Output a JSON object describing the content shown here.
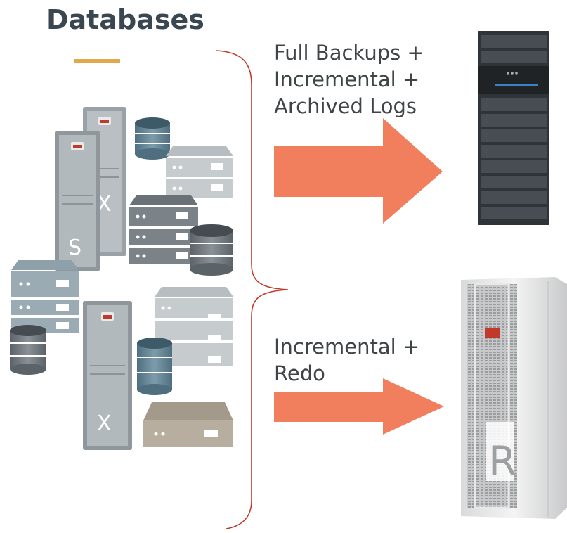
{
  "title": "Databases",
  "paths": [
    {
      "lines": [
        "Full Backups +",
        "Incremental +",
        "Archived Logs"
      ]
    },
    {
      "lines": [
        "Incremental +",
        "Redo"
      ]
    }
  ],
  "targets": [
    {
      "icon": "storage-server-icon"
    },
    {
      "icon": "recovery-appliance-icon",
      "badge": "R"
    }
  ],
  "source_icons": {
    "server_letters": [
      "X",
      "S",
      "X"
    ]
  },
  "colors": {
    "accent": "#e3a84c",
    "arrow": "#f17e5d",
    "brace": "#c0392b",
    "server_gray": "#8c9499",
    "db_blue": "#587b8c",
    "storage_dark": "#2f3438"
  }
}
